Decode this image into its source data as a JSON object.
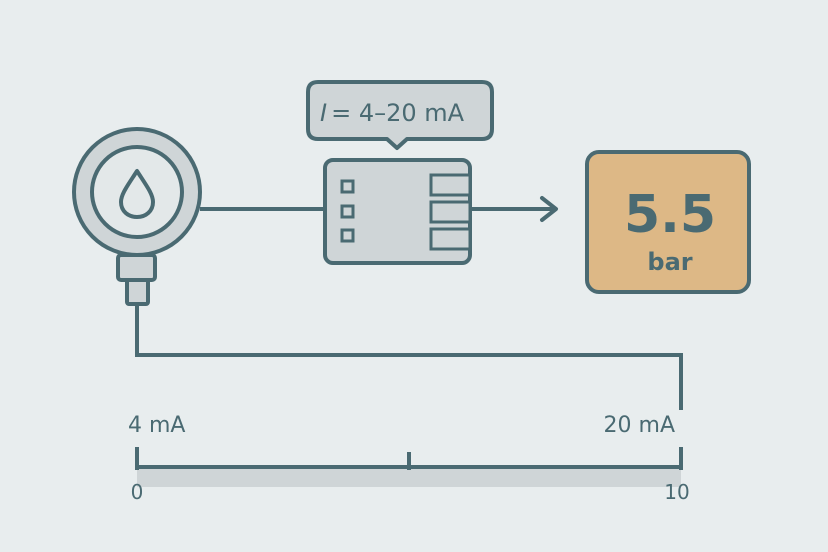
{
  "callout": {
    "current_symbol": "I",
    "current_range": "= 4–20 mA"
  },
  "display": {
    "value": "5.5",
    "unit": "bar"
  },
  "scale": {
    "current_min_label": "4 mA",
    "current_max_label": "20 mA",
    "pressure_min_label": "0",
    "pressure_max_label": "10"
  },
  "icons": {
    "sensor": "pressure-sensor-icon",
    "drop": "water-drop-icon",
    "transmitter": "transmitter-module-icon",
    "arrow": "arrow-right-icon"
  },
  "colors": {
    "background": "#e8edee",
    "stroke": "#4a6a72",
    "device_fill": "#cfd5d7",
    "display_fill": "#ddb886",
    "scale_bar_fill": "#cfd5d7"
  }
}
